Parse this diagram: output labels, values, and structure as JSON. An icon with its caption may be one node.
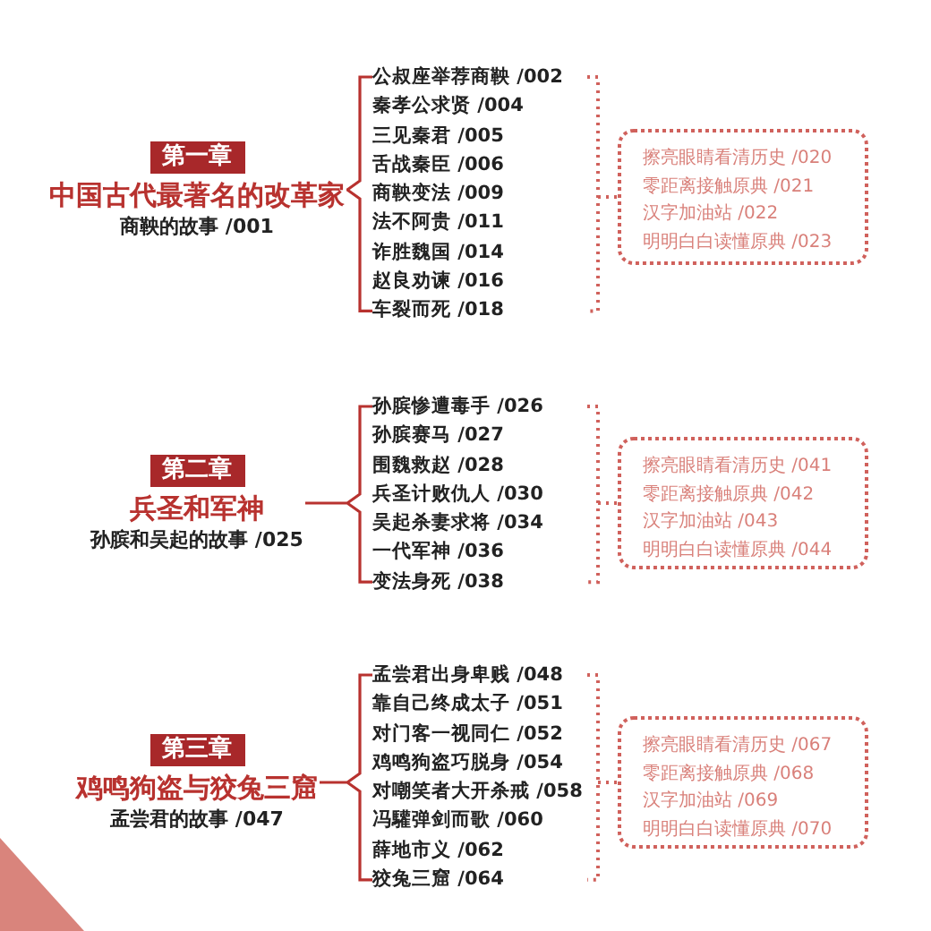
{
  "diagram": {
    "nodes": [
      {
        "text": [
          "第一章",
          "中国古代最著名的改革家",
          "商鞅的故事 /001"
        ]
      },
      {
        "text": [
          "公叔座举荐商鞅 /002",
          "秦孝公求贤 /004",
          "三见秦君 /005",
          "舌战秦臣 /006",
          "商鞅变法 /009",
          "法不阿贵 /011",
          "诈胜魏国 /014",
          "赵良劝谏 /016",
          "车裂而死 /018"
        ]
      },
      {
        "text": [
          "擦亮眼睛看清历史 /020",
          "零距离接触原典 /021",
          "汉字加油站 /022",
          "明明白白读懂原典 /023"
        ]
      },
      {
        "text": [
          "第二章",
          "兵圣和军神",
          "孙膑和吴起的故事 /025"
        ]
      },
      {
        "text": [
          "孙膑惨遭毒手 /026",
          "孙膑赛马 /027",
          "围魏救赵 /028",
          "兵圣计败仇人 /030",
          "吴起杀妻求将 /034",
          "一代军神 /036",
          "变法身死 /038"
        ]
      },
      {
        "text": [
          "擦亮眼睛看清历史 /041",
          "零距离接触原典 /042",
          "汉字加油站 /043",
          "明明白白读懂原典 /044"
        ]
      },
      {
        "text": [
          "第三章",
          "鸡鸣狗盗与狡兔三窟",
          "孟尝君的故事 /047"
        ]
      },
      {
        "text": [
          "孟尝君出身卑贱 /048",
          "靠自己终成太子 /051",
          "对门客一视同仁 /052",
          "鸡鸣狗盗巧脱身 /054",
          "对嘲笑者大开杀戒 /058",
          "冯驩弹剑而歌 /060",
          "薛地市义 /062",
          "狡兔三窟 /064"
        ]
      },
      {
        "text": [
          "擦亮眼睛看清历史 /067",
          "零距离接触原典 /068",
          "汉字加油站 /069",
          "明明白白读懂原典 /070"
        ]
      }
    ],
    "edges": [
      {
        "from": 0,
        "to": 1,
        "arrow": "none"
      },
      {
        "from": 1,
        "to": 2,
        "arrow": "none",
        "style": "dashed"
      },
      {
        "from": 3,
        "to": 4,
        "arrow": "none"
      },
      {
        "from": 4,
        "to": 5,
        "arrow": "none",
        "style": "dashed"
      },
      {
        "from": 6,
        "to": 7,
        "arrow": "none"
      },
      {
        "from": 7,
        "to": 8,
        "arrow": "none",
        "style": "dashed"
      }
    ]
  }
}
